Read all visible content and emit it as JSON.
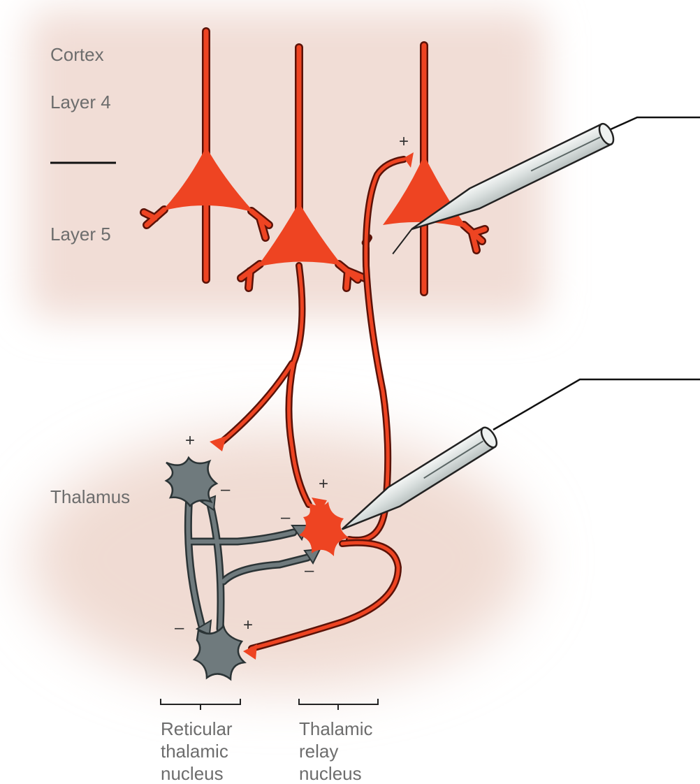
{
  "labels": {
    "cortex": "Cortex",
    "layer4": "Layer 4",
    "layer5": "Layer 5",
    "thalamus": "Thalamus",
    "reticular": [
      "Reticular",
      "thalamic",
      "nucleus"
    ],
    "relay": [
      "Thalamic",
      "relay",
      "nucleus"
    ]
  },
  "signs": {
    "plus": "+",
    "minus": "–"
  },
  "colors": {
    "neuron_red": "#ee4422",
    "neuron_outline": "#5a1208",
    "reticular_gray": "#6f7a7d",
    "cortex_bg": "#f1ddd6",
    "thalamus_bg": "#f0dbd3",
    "electrode": "#dde3e2"
  }
}
